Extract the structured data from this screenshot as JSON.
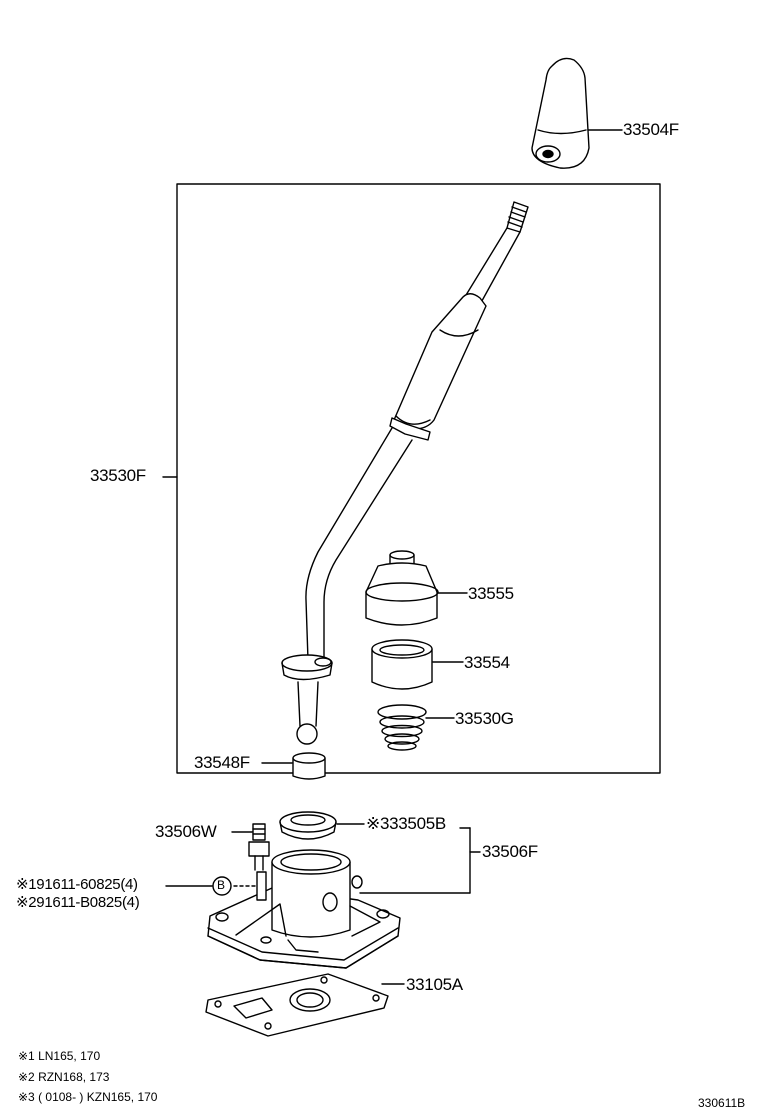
{
  "labels": {
    "knob": "33504F",
    "lever_assy": "33530F",
    "part_33555": "33555",
    "part_33554": "33554",
    "part_33530g": "33530G",
    "part_33548f": "33548F",
    "part_33506w": "33506W",
    "part_33505b": "※333505B",
    "part_33506f": "33506F",
    "bolt_1": "※191611-60825(4)",
    "bolt_2": "※291611-B0825(4)",
    "bolt_marker": "B",
    "gasket": "33105A"
  },
  "notes": [
    "※1  LN165, 170",
    "※2  RZN168, 173",
    "※3  ( 0108-          ) KZN165, 170"
  ],
  "figure_id": "330611B"
}
